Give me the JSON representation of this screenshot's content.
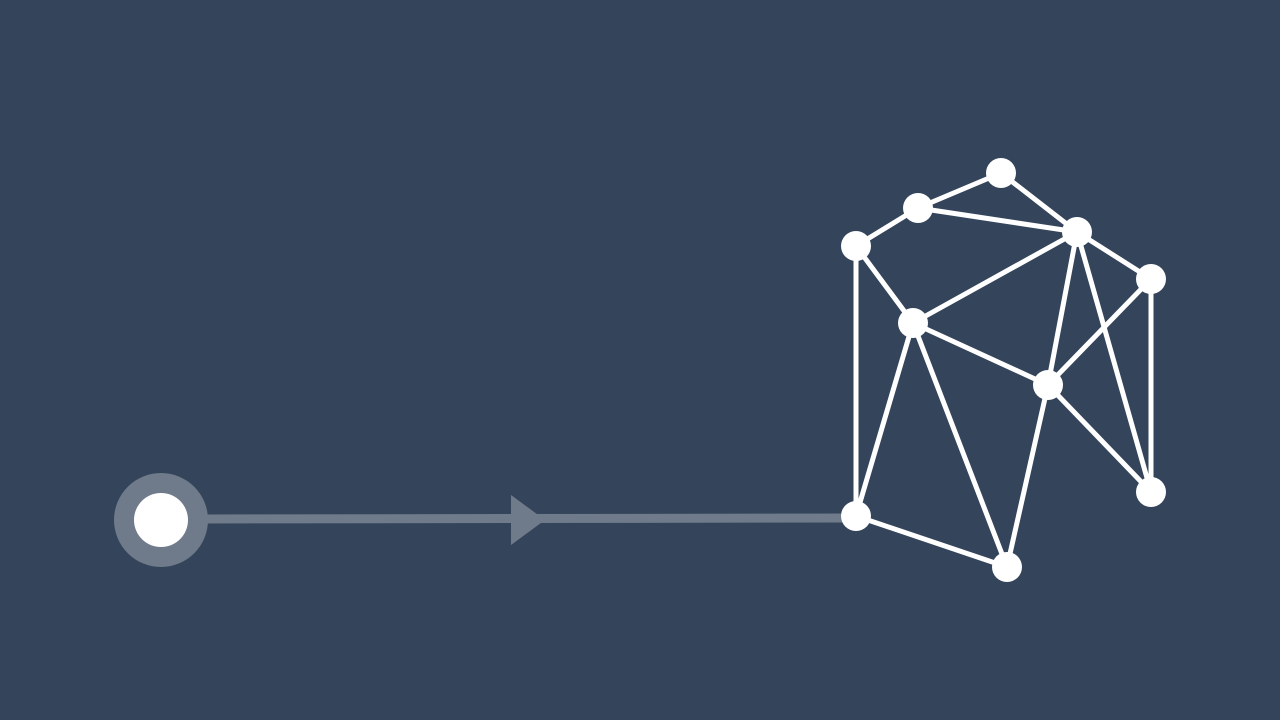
{
  "colors": {
    "background": "#34445a",
    "node": "#ffffff",
    "edge": "#ffffff",
    "connector": "#6f7b8b",
    "arrowhead": "#6f7b8b",
    "start_ring": "#6f7b8b",
    "start_core": "#ffffff"
  },
  "diagram": {
    "start_node": {
      "name": "start-node"
    },
    "connector": {
      "name": "flow-connector",
      "arrow": "arrow-head-icon"
    },
    "network": {
      "nodes": [
        {
          "id": "n1",
          "name": "network-node-top"
        },
        {
          "id": "n2",
          "name": "network-node-upper-left"
        },
        {
          "id": "n3",
          "name": "network-node-left"
        },
        {
          "id": "n4",
          "name": "network-node-upper-right"
        },
        {
          "id": "n5",
          "name": "network-node-right"
        },
        {
          "id": "n6",
          "name": "network-node-center"
        },
        {
          "id": "n7",
          "name": "network-node-center-right"
        },
        {
          "id": "n8",
          "name": "network-node-bottom-left"
        },
        {
          "id": "n9",
          "name": "network-node-bottom"
        },
        {
          "id": "n10",
          "name": "network-node-bottom-right"
        }
      ],
      "edges": [
        [
          "n2",
          "n1"
        ],
        [
          "n1",
          "n4"
        ],
        [
          "n2",
          "n4"
        ],
        [
          "n3",
          "n2"
        ],
        [
          "n3",
          "n6"
        ],
        [
          "n3",
          "n8"
        ],
        [
          "n6",
          "n4"
        ],
        [
          "n4",
          "n5"
        ],
        [
          "n4",
          "n7"
        ],
        [
          "n5",
          "n7"
        ],
        [
          "n5",
          "n10"
        ],
        [
          "n6",
          "n7"
        ],
        [
          "n6",
          "n8"
        ],
        [
          "n6",
          "n9"
        ],
        [
          "n7",
          "n10"
        ],
        [
          "n7",
          "n9"
        ],
        [
          "n8",
          "n9"
        ],
        [
          "n4",
          "n10"
        ]
      ]
    }
  }
}
